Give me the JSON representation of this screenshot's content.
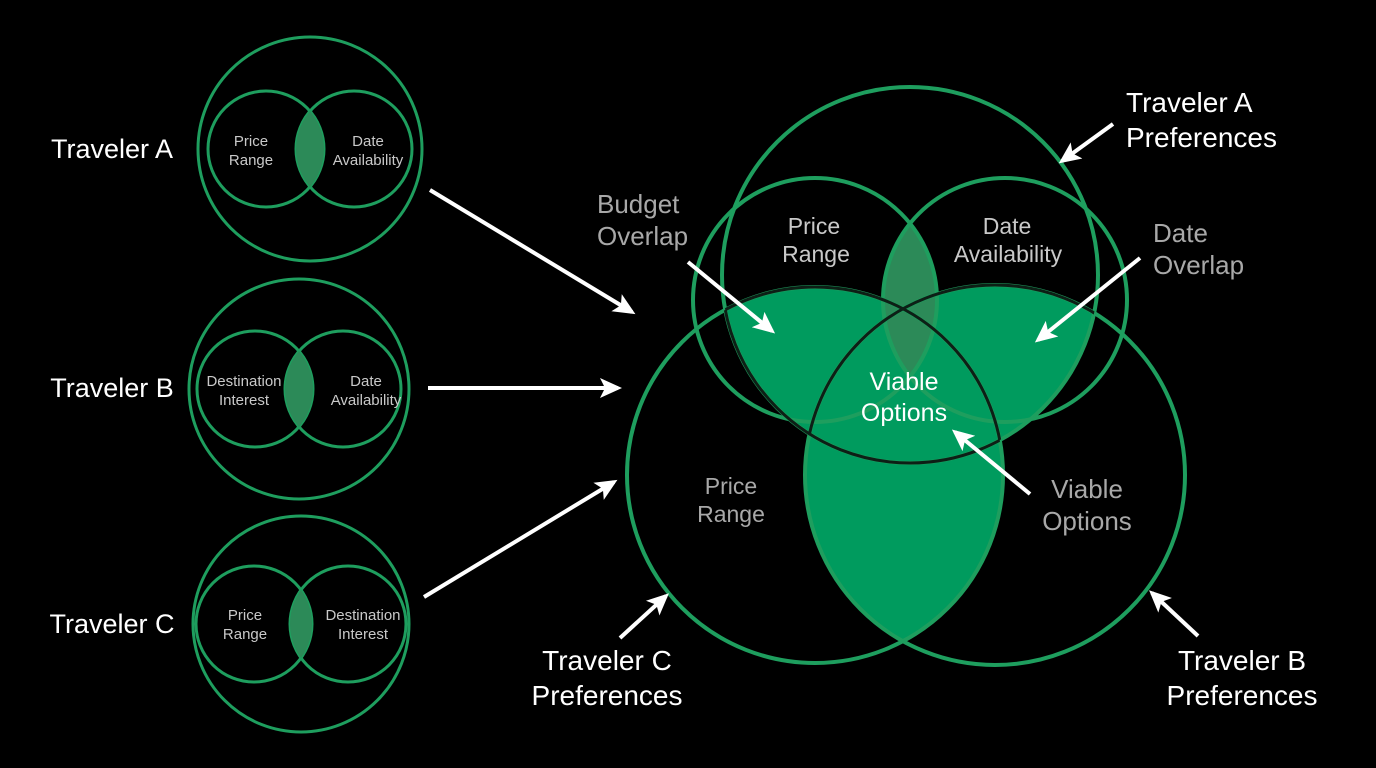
{
  "colors": {
    "background": "#000000",
    "green_stroke": "#1e9e5e",
    "green_fill": "#009b5e",
    "green_lens_small": "#2c8a58",
    "arrow": "#ffffff",
    "label_white": "#ffffff",
    "label_gray": "#a8a8a8"
  },
  "travelers": [
    {
      "name": "Traveler A",
      "left_circle": [
        "Price",
        "Range"
      ],
      "right_circle": [
        "Date",
        "Availability"
      ]
    },
    {
      "name": "Traveler B",
      "left_circle": [
        "Destination",
        "Interest"
      ],
      "right_circle": [
        "Date",
        "Availability"
      ]
    },
    {
      "name": "Traveler C",
      "left_circle": [
        "Price",
        "Range"
      ],
      "right_circle": [
        "Destination",
        "Interest"
      ]
    }
  ],
  "main": {
    "inner_left": [
      "Price",
      "Range"
    ],
    "inner_right": [
      "Date",
      "Availability"
    ],
    "center": [
      "Viable",
      "Options"
    ],
    "left_region": [
      "Price",
      "Range"
    ]
  },
  "callouts": {
    "traveler_a_pref": [
      "Traveler A",
      "Preferences"
    ],
    "traveler_b_pref": [
      "Traveler B",
      "Preferences"
    ],
    "traveler_c_pref": [
      "Traveler C",
      "Preferences"
    ],
    "budget_overlap": [
      "Budget",
      "Overlap"
    ],
    "date_overlap": [
      "Date",
      "Overlap"
    ],
    "viable_options": [
      "Viable",
      "Options"
    ]
  }
}
